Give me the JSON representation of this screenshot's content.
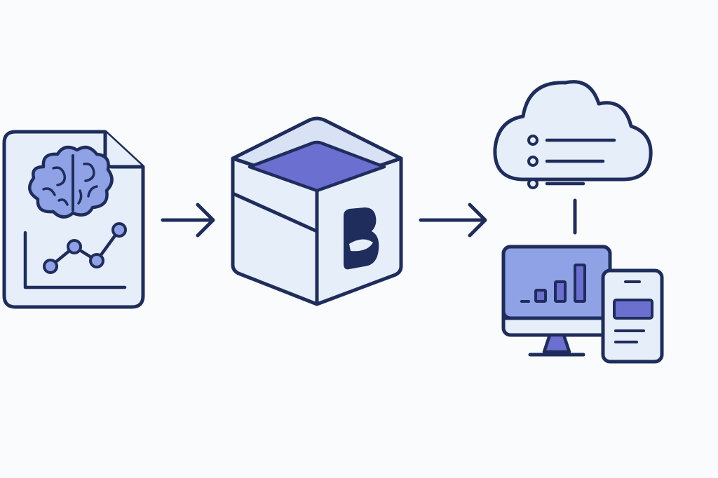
{
  "diagram": {
    "nodes": [
      {
        "id": "model-document",
        "icon": "ml-model-document-icon",
        "description_icon": "brain-icon"
      },
      {
        "id": "bento-package",
        "icon": "package-box-icon",
        "brand_mark": "b-logo-icon"
      },
      {
        "id": "cloud-deployment",
        "icon": "cloud-server-icon",
        "devices": [
          "desktop-monitor-icon",
          "mobile-phone-icon"
        ]
      }
    ],
    "edges": [
      {
        "from": "model-document",
        "to": "bento-package",
        "style": "arrow"
      },
      {
        "from": "bento-package",
        "to": "cloud-deployment",
        "style": "arrow"
      },
      {
        "from": "cloud-deployment",
        "to": "devices",
        "style": "line"
      }
    ]
  },
  "colors": {
    "background": "#fafbfd",
    "outline": "#1f2d5c",
    "panel_fill": "#e6eefa",
    "accent": "#6b6fd0",
    "accent_light": "#8fa2e6"
  }
}
